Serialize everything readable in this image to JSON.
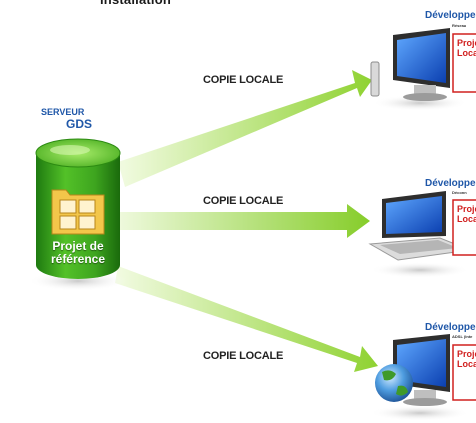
{
  "header": {
    "cut_text": "installation"
  },
  "server": {
    "label": "SERVEUR",
    "name": "GDS",
    "db_line1": "Projet de",
    "db_line2": "référence"
  },
  "links": [
    {
      "label": "COPIE LOCALE"
    },
    {
      "label": "COPIE LOCALE"
    },
    {
      "label": "COPIE LOCALE"
    }
  ],
  "clients": [
    {
      "title": "Développe",
      "subtitle": "Réseau",
      "proj_line1": "Projet",
      "proj_line2": "Loca",
      "device": "desktop-monitor"
    },
    {
      "title": "Développe",
      "subtitle": "Déconn",
      "proj_line1": "Projet",
      "proj_line2": "Loca",
      "device": "laptop"
    },
    {
      "title": "Développe",
      "subtitle": "ADSL (Inte",
      "proj_line1": "Projet",
      "proj_line2": "Loca",
      "device": "desktop-globe"
    }
  ],
  "colors": {
    "db_green": "#3fae1f",
    "arrow_green": "#8cd12f",
    "server_blue": "#1f57a8",
    "project_red": "#d1201f"
  }
}
